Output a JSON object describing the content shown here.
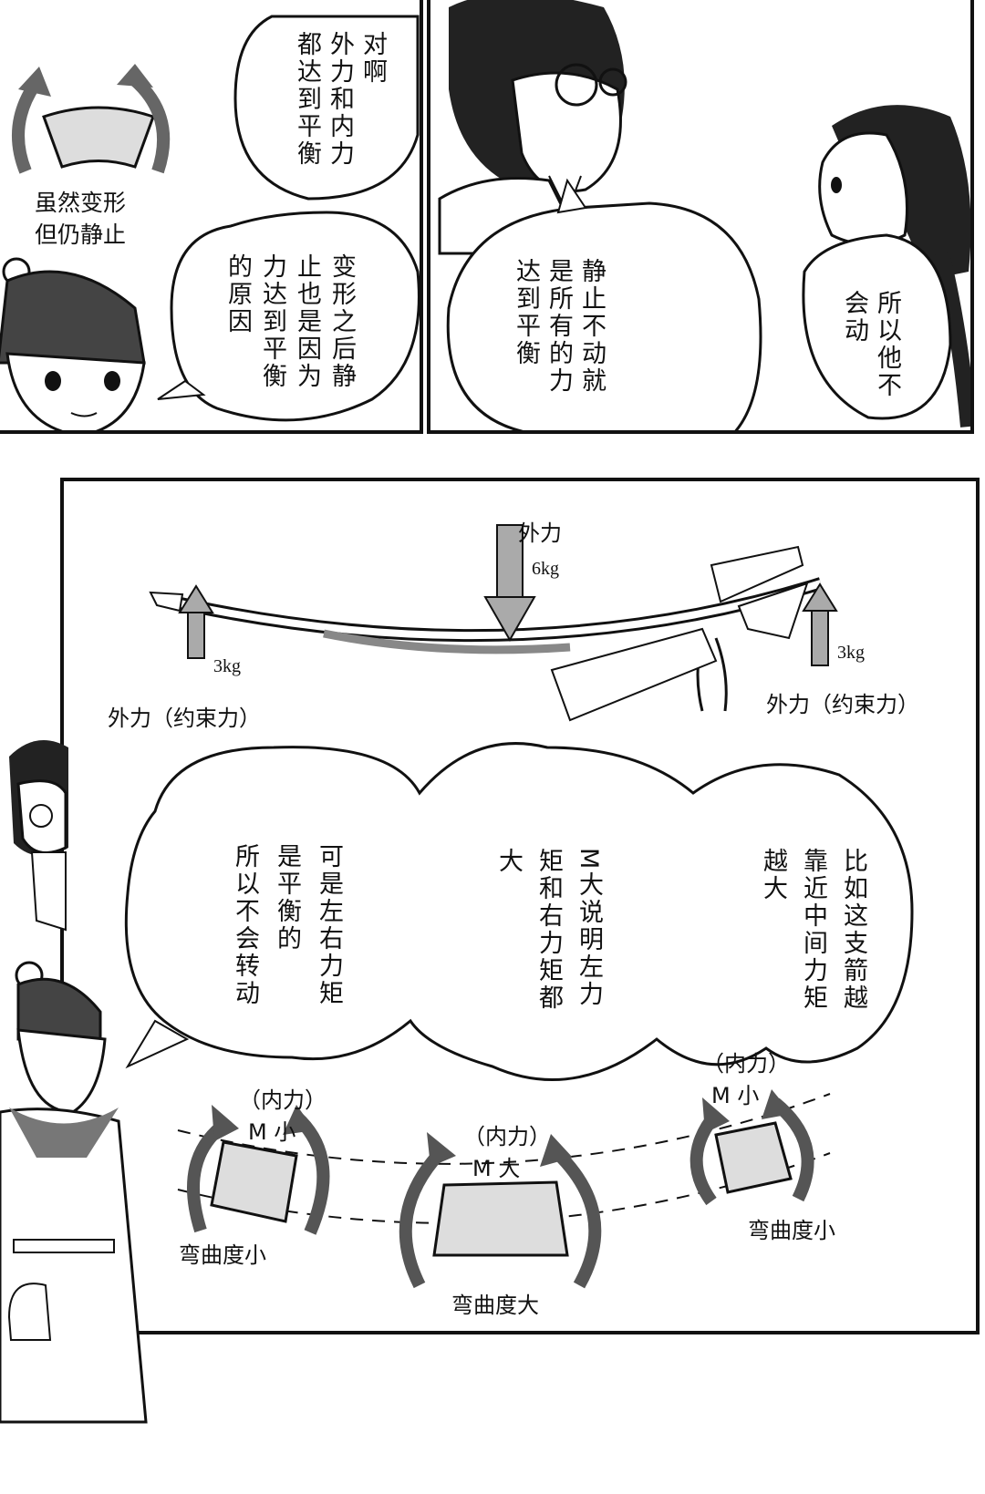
{
  "panel_top_left": {
    "bubble_top_lines": [
      "对啊",
      "外力和内力",
      "都达到平衡"
    ],
    "bubble_bottom_lines": [
      "变形之后静",
      "止也是因为",
      "力达到平衡",
      "的原因"
    ],
    "caption_lines": [
      "虽然变形",
      "但仍静止"
    ]
  },
  "panel_top_right": {
    "bubble_center_lines": [
      "静止不动就",
      "是所有的力",
      "达到平衡"
    ],
    "bubble_right_lines": [
      "所以他不",
      "会动"
    ]
  },
  "diagram": {
    "force_top_label": "外力",
    "force_top_value": "6kg",
    "force_left_value": "3kg",
    "force_right_value": "3kg",
    "support_left_label": "外力（约束力）",
    "support_right_label": "外力（约束力）",
    "bubble_lines_right": [
      "比如这支箭越",
      "靠近中间力矩",
      "越大"
    ],
    "bubble_lines_middle": [
      "M大说明左力",
      "矩和右力矩都",
      "大"
    ],
    "bubble_lines_left": [
      "可是左右力矩",
      "是平衡的",
      "所以不会转动"
    ],
    "segments": [
      {
        "internal": "（内力）",
        "moment": "M 小",
        "bend": "弯曲度小"
      },
      {
        "internal": "（内力）",
        "moment": "M 大",
        "bend": "弯曲度大"
      },
      {
        "internal": "（内力）",
        "moment": "M 小",
        "bend": "弯曲度小"
      }
    ]
  }
}
